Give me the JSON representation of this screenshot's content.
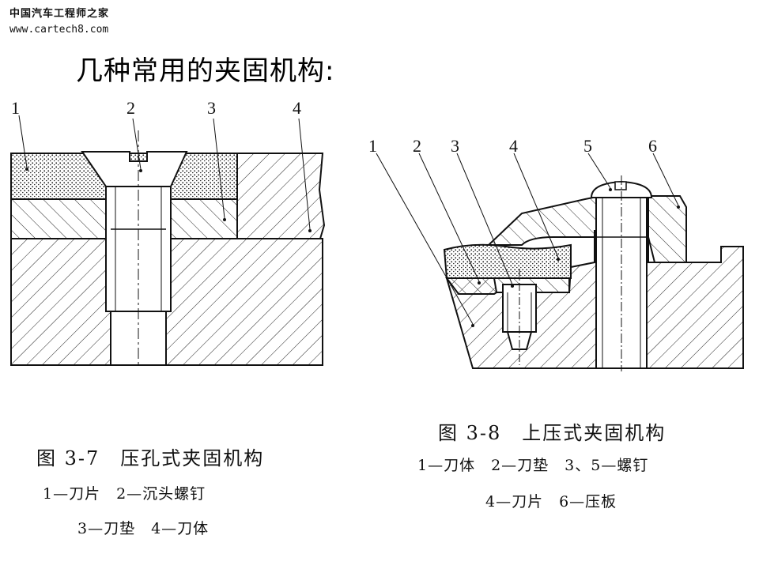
{
  "watermark": {
    "site_name": "中国汽车工程师之家",
    "url": "www.cartech8.com"
  },
  "page_title": "几种常用的夹固机构:",
  "figure_3_7": {
    "part_numbers": [
      "1",
      "2",
      "3",
      "4"
    ],
    "caption_title": "图 3-7　压孔式夹固机构",
    "legend_line_1": "1—刀片　2—沉头螺钉",
    "legend_line_2": "3—刀垫　4—刀体"
  },
  "figure_3_8": {
    "part_numbers": [
      "1",
      "2",
      "3",
      "4",
      "5",
      "6"
    ],
    "caption_title": "图 3-8　上压式夹固机构",
    "legend_line_1": "1—刀体　2—刀垫　3、5—螺钉",
    "legend_line_2": "4—刀片　6—压板"
  }
}
